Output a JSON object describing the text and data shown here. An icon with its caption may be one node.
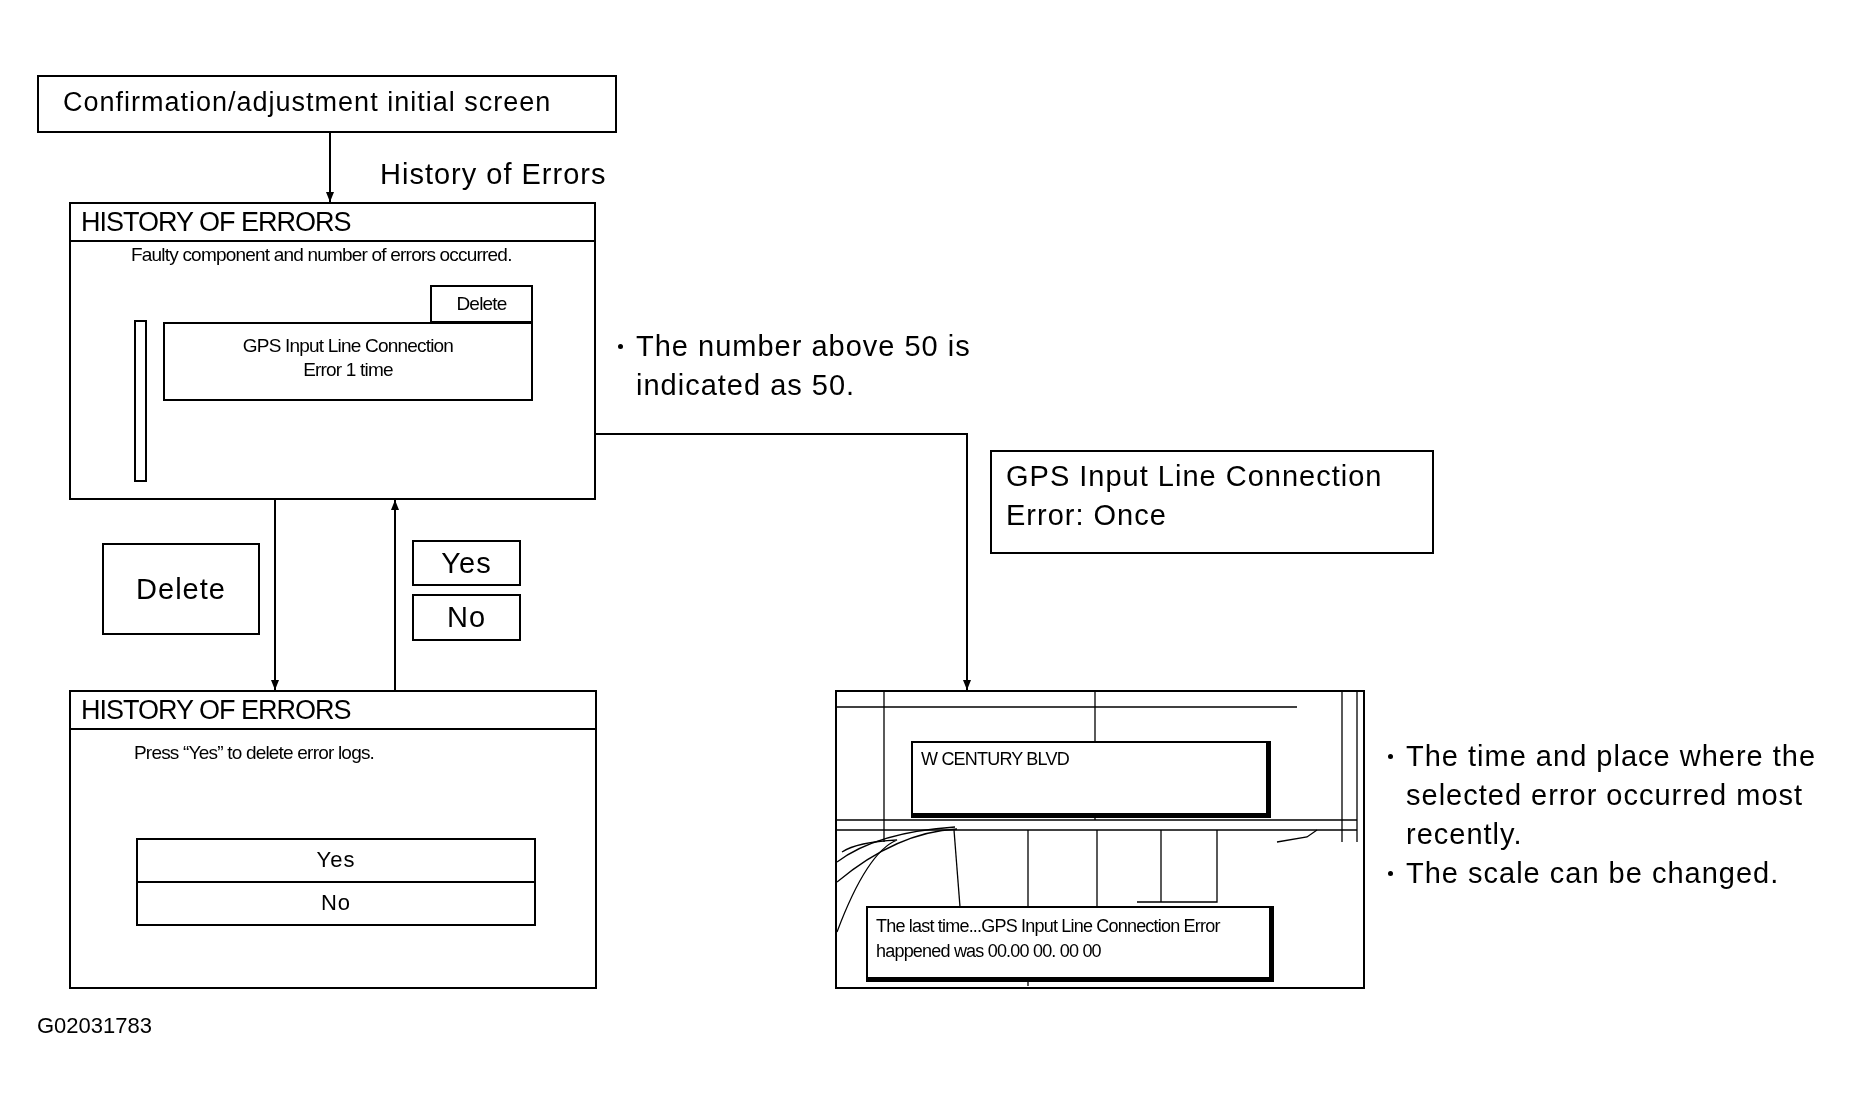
{
  "diagram": {
    "nodes": [
      {
        "text": [
          "Confirmation/adjustment initial screen"
        ]
      },
      {
        "text": [
          "HISTORY OF ERRORS",
          "Faulty component and number of errors occurred."
        ]
      },
      {
        "text": [
          "Delete"
        ],
        "in": 1
      },
      {
        "text": [
          "GPS Input Line Connection Error 1 time"
        ],
        "in": 1
      },
      {
        "text": [
          "Delete"
        ]
      },
      {
        "text": [
          "Yes"
        ]
      },
      {
        "text": [
          "No"
        ]
      },
      {
        "text": [
          "HISTORY OF ERRORS",
          "Press “Yes” to delete error logs."
        ]
      },
      {
        "text": [
          "Yes"
        ],
        "in": 7
      },
      {
        "text": [
          "No"
        ],
        "in": 7
      },
      {
        "text": [
          "GPS Input Line Connection Error: Once"
        ]
      },
      {
        "text": [],
        "shape": "box"
      },
      {
        "text": [
          "W CENTURY BLVD"
        ],
        "in": 11
      },
      {
        "text": [
          "The last time...GPS Input Line Connection Error happened was 00.00 00. 00 00"
        ],
        "in": 11
      }
    ],
    "edges": [
      {
        "from": 0,
        "to": 1,
        "arrow": "to",
        "label": "History of Errors"
      },
      {
        "from": 1,
        "to": 7,
        "arrow": "to"
      },
      {
        "from": 7,
        "to": 1,
        "arrow": "to"
      },
      {
        "from": 1,
        "to": 11,
        "arrow": "to"
      }
    ],
    "labels": [
      "The number above 50 is indicated as 50.",
      "The time and place where the selected error occurred most recently.",
      "The scale can be changed.",
      "G02031783"
    ]
  }
}
